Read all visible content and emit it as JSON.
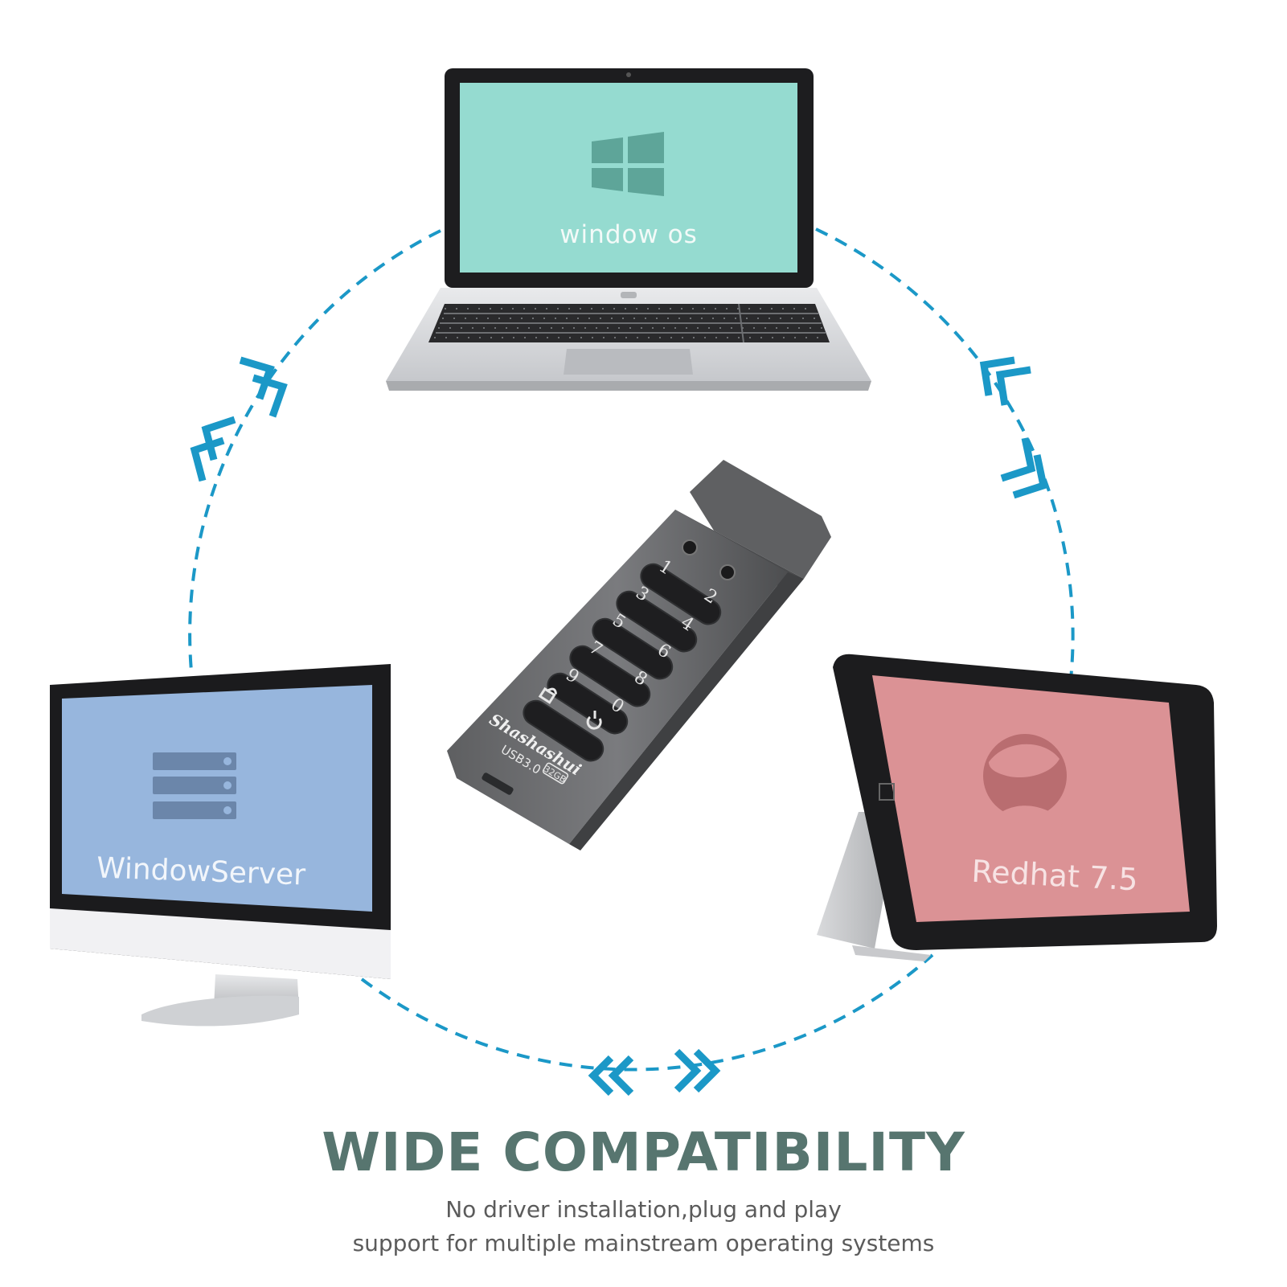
{
  "devices": {
    "laptop": {
      "screen_label": "window os",
      "icon": "windows-logo-icon",
      "screen_color": "#95dbd0"
    },
    "monitor": {
      "screen_label": "WindowServer",
      "icon": "server-icon",
      "screen_color": "#97b6dd"
    },
    "tablet": {
      "screen_label": "Redhat 7.5",
      "icon": "redhat-logo-icon",
      "screen_color": "#db9295"
    }
  },
  "usb_drive": {
    "brand": "Shashashui",
    "interface": "USB3.0",
    "capacity": "32GB",
    "keys": [
      "1",
      "2",
      "3",
      "4",
      "5",
      "6",
      "7",
      "8",
      "9",
      "0"
    ]
  },
  "colors": {
    "connector": "#1b98c7",
    "headline": "#57756f",
    "body_text": "#5b5b5b"
  },
  "caption": {
    "headline": "WIDE COMPATIBILITY",
    "line1": "No driver installation,plug and play",
    "line2": "support for multiple mainstream operating systems"
  }
}
